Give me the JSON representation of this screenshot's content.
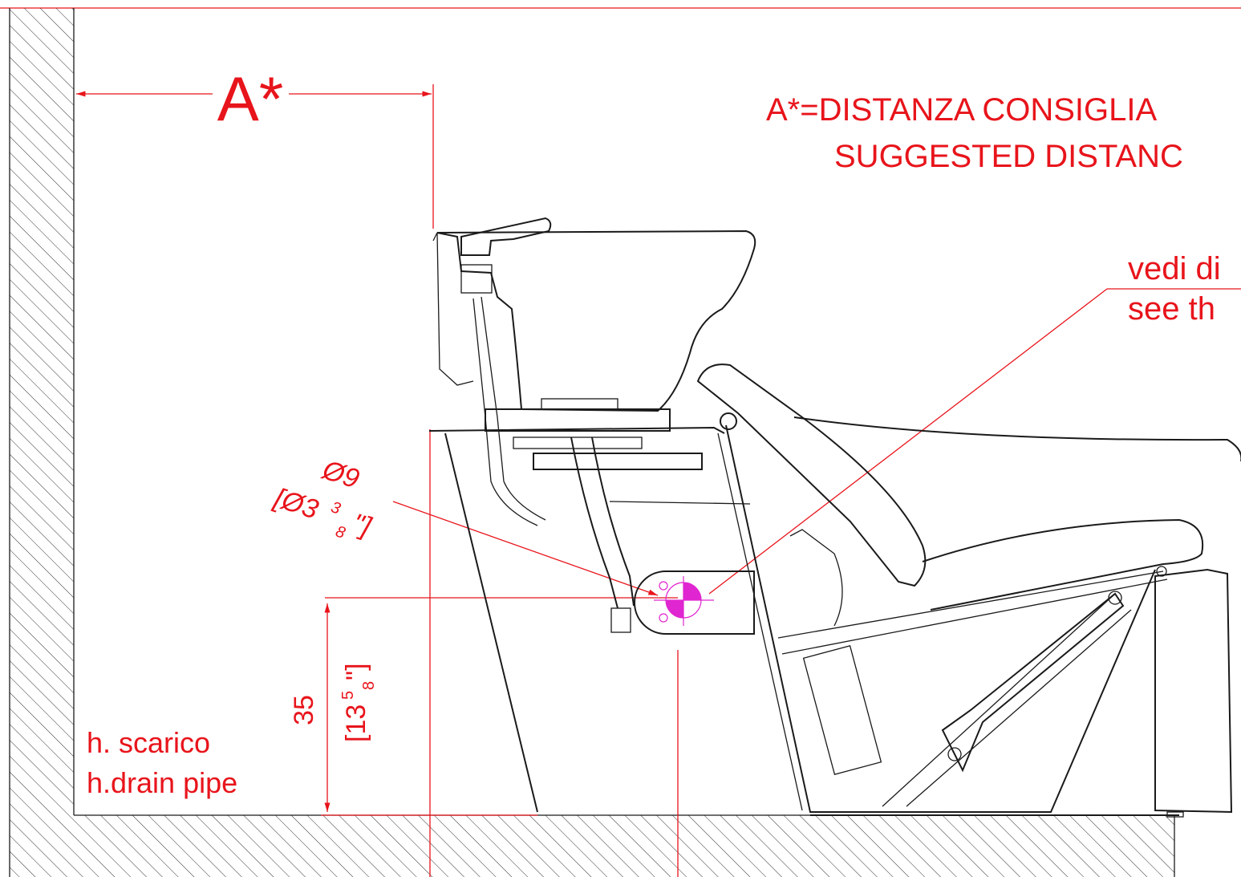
{
  "drawing": {
    "dimension_a": {
      "label": "A*"
    },
    "note": {
      "line1": "A*=DISTANZA CONSIGLIA",
      "line2": "SUGGESTED DISTANC"
    },
    "detail_ref": {
      "line1": "vedi di",
      "line2": "see th"
    },
    "pipe_diameter": {
      "metric": "Ø9",
      "imperial_prefix": "[Ø3",
      "imperial_num": "3",
      "imperial_den": "8",
      "imperial_suffix": "\"]"
    },
    "drain_height": {
      "metric": "35",
      "imperial_prefix": "[13",
      "imperial_num": "5",
      "imperial_den": "8",
      "imperial_suffix": "\"]"
    },
    "drain_label": {
      "line1": "h. scarico",
      "line2": "h.drain pipe"
    },
    "colors": {
      "annotation": "#e8141b",
      "outline": "#1a1a1a",
      "highlight": "#e026d0"
    }
  }
}
